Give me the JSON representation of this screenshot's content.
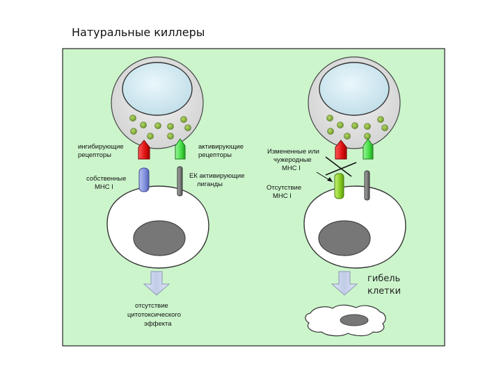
{
  "title": "Натуральные киллеры",
  "colors": {
    "panel_bg": "#ccf5cc",
    "nk_cell": "#dcdcdc",
    "nk_nucleus": "#cfe8f0",
    "granule": "#8dba3c",
    "inhibitory_receptor": "#dd1111",
    "activating_receptor": "#44dd44",
    "own_mhc": "#7f8fdd",
    "altered_mhc": "#88cc22",
    "ligand": "#777777",
    "target_nucleus": "#777777",
    "arrow": "#c8d4ec"
  },
  "left": {
    "inhibitory_receptors": [
      "ингибирующие",
      "рецепторы"
    ],
    "activating_receptors": [
      "активирующие",
      "рецепторы"
    ],
    "own_mhc": [
      "собственные",
      "МНС I"
    ],
    "activating_ligands": [
      "ЕК активирующие",
      "лиганды"
    ],
    "outcome": [
      "отсутствие",
      "цитотоксического",
      "эффекта"
    ]
  },
  "right": {
    "altered_mhc": [
      "Измененные или",
      "чужеродные",
      "МНС I"
    ],
    "absent_mhc": [
      "Отсутствие",
      "МНС I"
    ],
    "outcome": [
      "гибель",
      "клетки"
    ]
  }
}
